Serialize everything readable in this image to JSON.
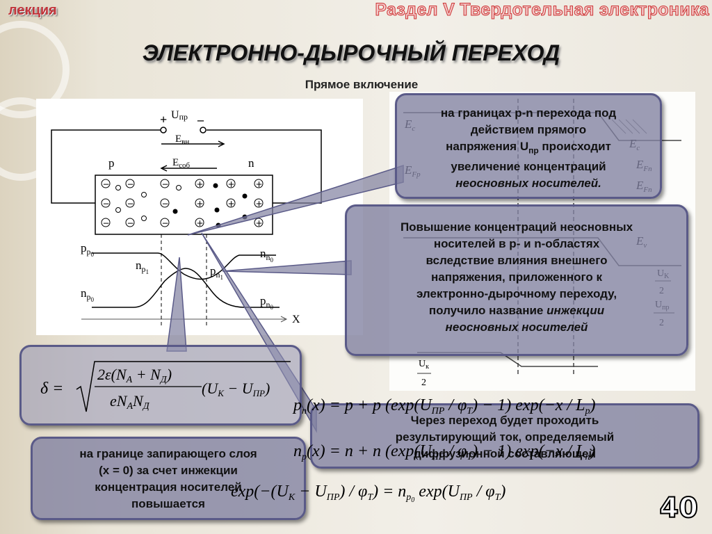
{
  "header": {
    "label": "лекция",
    "section_title": "Раздел V Твердотельная электроника"
  },
  "slide": {
    "title": "ЭЛЕКТРОННО-ДЫРОЧНЫЙ ПЕРЕХОД",
    "subtitle": "Прямое включение",
    "page_number": "40"
  },
  "diagram": {
    "voltage_label": "U",
    "voltage_sub": "пр",
    "plus": "+",
    "minus": "–",
    "e_external": "E",
    "e_external_sub": "вн",
    "e_own": "E",
    "e_own_sub": "соб",
    "p_region": "p",
    "n_region": "n",
    "p_p0": "p",
    "p_p0_sub": "p",
    "p_p0_sub2": "0",
    "n_n0": "n",
    "n_n0_sub": "n",
    "n_n0_sub2": "0",
    "n_p1": "n",
    "n_p1_sub": "p",
    "n_p1_sub2": "1",
    "p_n1": "p",
    "p_n1_sub": "n",
    "p_n1_sub2": "1",
    "n_p0": "n",
    "n_p0_sub": "p",
    "n_p0_sub2": "0",
    "p_n0": "p",
    "p_n0_sub": "n",
    "p_n0_sub2": "0",
    "x_axis": "X"
  },
  "band_diagram": {
    "ec": "E",
    "ec_sub": "c",
    "ev": "E",
    "ev_sub": "v",
    "efp": "E",
    "efp_sub": "Fp",
    "efn": "E",
    "efn_sub": "Fn",
    "uk_half": "U",
    "uk_half_sub": "K",
    "uk_den": "2",
    "upr_half": "U",
    "upr_half_sub": "пр",
    "upr_den": "2",
    "uk": "U",
    "uk_sub": "к"
  },
  "callouts": {
    "top_right_line1": "на границах p-n перехода под",
    "top_right_line2": "действием прямого",
    "top_right_line3": "напряжения U",
    "top_right_line3_sub": "пр",
    "top_right_line3_end": " происходит",
    "top_right_line4": "увеличение концентраций",
    "top_right_line5": "неосновных носителей.",
    "middle_right_line1": "Повышение концентраций неосновных",
    "middle_right_line2": "носителей в p- и n-областях",
    "middle_right_line3": "вследствие влияния внешнего",
    "middle_right_line4": "напряжения, приложенного к",
    "middle_right_line5": "электронно-дырочному переходу,",
    "middle_right_line6a": "получило название ",
    "middle_right_line6b": "инжекции",
    "middle_right_line7": "неосновных носителей",
    "bottom_center_line1": "Через переход будет проходить",
    "bottom_center_line2": "результирующий ток, определяемый",
    "bottom_center_line3": "диффузионной составляющей",
    "bottom_left_line1": "на границе запирающего слоя",
    "bottom_left_line2": "(x = 0) за счет инжекции",
    "bottom_left_line3": "концентрация носителей",
    "bottom_left_line4": "повышается"
  },
  "formulas": {
    "delta": "δ =",
    "delta_num": "2ε(N",
    "delta_num_a": "A",
    "delta_num_mid": " + N",
    "delta_num_d": "Д",
    "delta_num_end": ")",
    "delta_den": "eN",
    "delta_den_a": "A",
    "delta_den_n": "N",
    "delta_den_d": "Д",
    "delta_tail": "(U",
    "delta_tail_k": "K",
    "delta_tail_mid": " − U",
    "delta_tail_pr": "ПР",
    "delta_tail_end": ")",
    "pn_formula": "p",
    "pn_formula_sub": "n",
    "pn_formula_rest": "(x) = p",
    "pn_formula_rest2": " + p",
    "pn_formula_rest3": " (exp(U",
    "pn_formula_pr": "ПР",
    "pn_formula_rest4": " / φ",
    "pn_formula_t": "T",
    "pn_formula_rest5": ") − 1) exp(−x / L",
    "pn_formula_lp": "p",
    "pn_formula_end": ")",
    "np_formula": "n",
    "np_formula_sub": "p",
    "np_formula_rest": "(x) = n",
    "np_formula_rest2": " + n",
    "np_formula_rest3": " (exp(U",
    "np_formula_pr": "ПР",
    "np_formula_rest4": " / φ",
    "np_formula_t": "T",
    "np_formula_rest5": ") − 1) exp(−x / L",
    "np_formula_ln": "n",
    "np_formula_end": ")",
    "bottom_formula": "exp(−(U",
    "bottom_formula_k": "K",
    "bottom_formula_mid": " − U",
    "bottom_formula_pr": "ПР",
    "bottom_formula_rest": ") / φ",
    "bottom_formula_t": "T",
    "bottom_formula_eq": ") = n",
    "bottom_formula_p0": "p",
    "bottom_formula_zero": "0",
    "bottom_formula_exp": " exp(U",
    "bottom_formula_pr2": "ПР",
    "bottom_formula_phi": " / φ",
    "bottom_formula_t2": "T",
    "bottom_formula_end": ")"
  }
}
